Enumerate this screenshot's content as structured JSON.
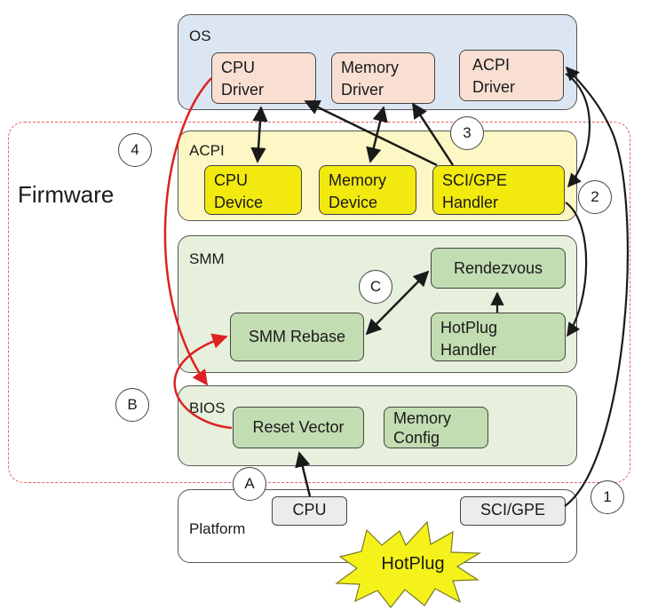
{
  "colors": {
    "os_bg": "#dce6f2",
    "driver_bg": "#f8dfd2",
    "acpi_bg": "#fcf7c4",
    "acpi_box_bg": "#f2e90f",
    "smm_bg": "#e6f0dc",
    "green_box_bg": "#c3ddb2",
    "platform_bg": "#ffffff",
    "platform_box_bg": "#ececec",
    "firmware_border": "#e06060",
    "red_arrow": "#dd2222",
    "hotplug_fill": "#f4f21a"
  },
  "firmware": {
    "label": "Firmware"
  },
  "os": {
    "title": "OS",
    "cpu_driver": [
      "CPU",
      "Driver"
    ],
    "memory_driver": [
      "Memory",
      "Driver"
    ],
    "acpi_driver": [
      "ACPI",
      "Driver"
    ]
  },
  "acpi": {
    "title": "ACPI",
    "cpu_device": [
      "CPU",
      "Device"
    ],
    "memory_device": [
      "Memory",
      "Device"
    ],
    "sci_handler": [
      "SCI/GPE",
      "Handler"
    ]
  },
  "smm": {
    "title": "SMM",
    "rendezvous": "Rendezvous",
    "smm_rebase": "SMM Rebase",
    "hotplug_handler": [
      "HotPlug",
      "Handler"
    ]
  },
  "bios": {
    "title": "BIOS",
    "reset_vector": "Reset Vector",
    "memory_config": [
      "Memory",
      "Config"
    ]
  },
  "platform": {
    "title": "Platform",
    "cpu": "CPU",
    "sci_gpe": "SCI/GPE"
  },
  "hotplug_event": "HotPlug",
  "steps": {
    "s1": "1",
    "s2": "2",
    "s3": "3",
    "s4": "4",
    "sA": "A",
    "sB": "B",
    "sC": "C"
  }
}
